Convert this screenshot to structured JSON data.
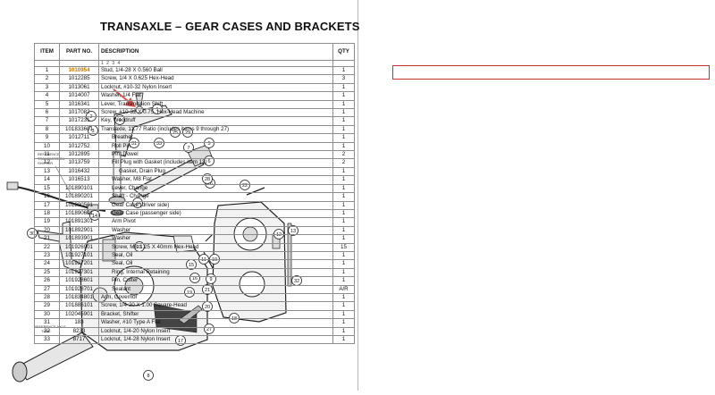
{
  "title": "TRANSAXLE – GEAR CASES AND BRACKETS",
  "table": {
    "headers": {
      "item": "ITEM",
      "part": "PART NO.",
      "desc": "DESCRIPTION",
      "qty": "QTY"
    },
    "level_ticks": "1 2 3 4",
    "rows": [
      {
        "item": "1",
        "part": "1010954",
        "desc": "Stud, 1/4-28 X 0.560 Ball",
        "qty": "1",
        "highlight": true
      },
      {
        "item": "2",
        "part": "1012285",
        "desc": "Screw, 1/4 X 0.625 Hex-Head",
        "qty": "3"
      },
      {
        "item": "3",
        "part": "1013061",
        "desc": "Locknut, #10-32 Nylon Insert",
        "qty": "1"
      },
      {
        "item": "4",
        "part": "1014007",
        "desc": "Washer, 1/4 Flat",
        "qty": "1"
      },
      {
        "item": "5",
        "part": "1016341",
        "desc": "Lever, Transmission Shift",
        "qty": "1"
      },
      {
        "item": "6",
        "part": "1017082",
        "desc": "Screw, #10-32 X 0.75, Hex-Head Machine",
        "qty": "1"
      },
      {
        "item": "7",
        "part": "1017231",
        "desc": "Key, Woodruff",
        "qty": "1"
      },
      {
        "item": "8",
        "part": "101833601",
        "desc": "Transaxle, 11.77 Ratio (includes items 9 through 27)",
        "qty": "1"
      },
      {
        "item": "9",
        "part": "1012711",
        "desc": "Breather",
        "qty": "1",
        "sub": true
      },
      {
        "item": "10",
        "part": "1012752",
        "desc": "Roll Pin",
        "qty": "1",
        "sub": true
      },
      {
        "item": "11",
        "part": "1012895",
        "desc": "Pin, Dowel",
        "qty": "2",
        "sub": true
      },
      {
        "item": "12",
        "part": "1013759",
        "desc": "Fill Plug with Gasket (includes item 13)",
        "qty": "2",
        "sub": true
      },
      {
        "item": "13",
        "part": "1016432",
        "desc": "Gasket, Drain Plug",
        "qty": "1",
        "sub2": true
      },
      {
        "item": "14",
        "part": "1016513",
        "desc": "Washer, M8 Flat",
        "qty": "1",
        "sub": true
      },
      {
        "item": "15",
        "part": "101890101",
        "desc": "Lever, Change",
        "qty": "1",
        "sub": true
      },
      {
        "item": "16",
        "part": "101890201",
        "desc": "Shaft - Change",
        "qty": "1",
        "sub": true
      },
      {
        "item": "17",
        "part": "101890501",
        "desc": "Gear Case (driver side)",
        "qty": "1",
        "sub": true
      },
      {
        "item": "18",
        "part": "101890601",
        "desc": "Gear Case (passenger side)",
        "qty": "1",
        "sub": true
      },
      {
        "item": "19",
        "part": "101891301",
        "desc": "Arm Pivot",
        "qty": "1",
        "sub": true
      },
      {
        "item": "20",
        "part": "101892901",
        "desc": "Washer",
        "qty": "1",
        "sub": true
      },
      {
        "item": "21",
        "part": "101893901",
        "desc": "Washer",
        "qty": "1",
        "sub": true
      },
      {
        "item": "22",
        "part": "101926901",
        "desc": "Screw, M8-1.25 X 40mm Hex-Head",
        "qty": "15",
        "sub": true
      },
      {
        "item": "23",
        "part": "101927101",
        "desc": "Seal, Oil",
        "qty": "1",
        "sub": true
      },
      {
        "item": "24",
        "part": "101927201",
        "desc": "Seal, Oil",
        "qty": "1",
        "sub": true
      },
      {
        "item": "25",
        "part": "101927301",
        "desc": "Ring, Internal Retaining",
        "qty": "1",
        "sub": true
      },
      {
        "item": "26",
        "part": "101928601",
        "desc": "Pin, Cotter",
        "qty": "1",
        "sub": true
      },
      {
        "item": "27",
        "part": "101928701",
        "desc": "Sealant",
        "qty": "A/R",
        "sub": true
      },
      {
        "item": "28",
        "part": "101834801",
        "desc": "Arm, Governor",
        "qty": "1"
      },
      {
        "item": "29",
        "part": "101886101",
        "desc": "Screw, 1/4-20 X 1.00 Square-Head",
        "qty": "1"
      },
      {
        "item": "30",
        "part": "102045901",
        "desc": "Bracket, Shifter",
        "qty": "1"
      },
      {
        "item": "31",
        "part": "183",
        "desc": "Washer, #10 Type A Flat",
        "qty": "1"
      },
      {
        "item": "32",
        "part": "8233",
        "desc": "Locknut, 1/4-20 Nylon Insert",
        "qty": "1"
      },
      {
        "item": "33",
        "part": "8717",
        "desc": "Locknut, 1/4-28 Nylon Insert",
        "qty": "1"
      }
    ]
  },
  "diagram": {
    "note_left": [
      "REFERENCE",
      "TRANSMISSION",
      "SHIFTER"
    ],
    "note_axle": [
      "REFERENCE AXLE",
      "TUBE"
    ],
    "callouts": [
      "1",
      "2",
      "3",
      "4",
      "5",
      "6",
      "7",
      "8",
      "9",
      "10",
      "11",
      "12",
      "13",
      "14",
      "15",
      "16",
      "17",
      "18",
      "19",
      "20",
      "21",
      "22",
      "23",
      "24",
      "25",
      "26",
      "27",
      "28",
      "29",
      "30",
      "31",
      "32",
      "33"
    ],
    "colors": {
      "highlight_box": "#c9312f",
      "arrow": "#d9534f",
      "part_highlight": "#c47a00"
    }
  }
}
